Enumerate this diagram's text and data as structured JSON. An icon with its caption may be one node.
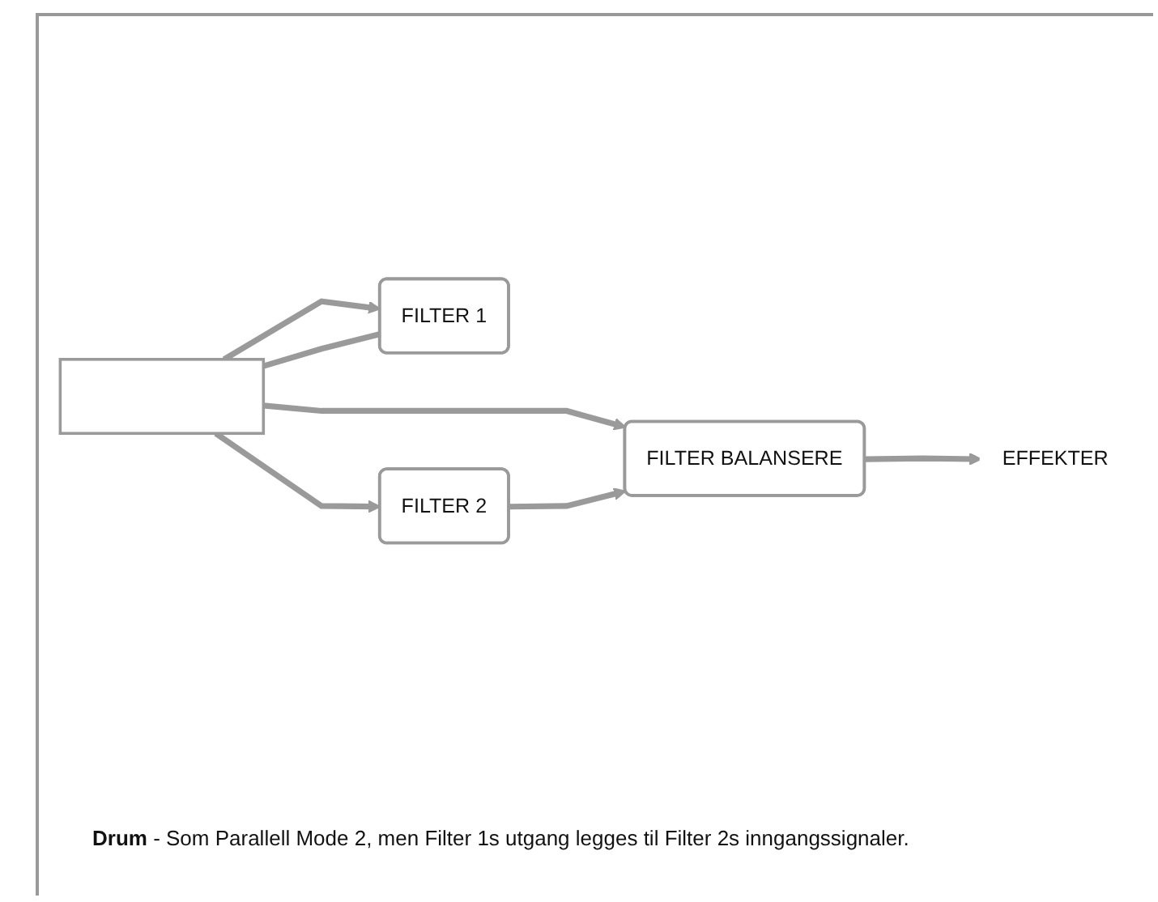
{
  "diagram": {
    "caption": "**Drum** - Som Parallell Mode 2, men Filter 1s utgang legges til Filter 2s inngangssignaler.",
    "nodes": [
      {
        "text": [],
        "shape": "box"
      },
      {
        "text": [
          "FILTER 1"
        ]
      },
      {
        "text": [
          "FILTER BALANSERE"
        ]
      },
      {
        "text": [
          "FILTER 2"
        ]
      },
      {
        "text": [
          "EFFEKTER"
        ]
      }
    ],
    "edges": [
      {
        "from": 0,
        "to": 1,
        "arrow": "to"
      },
      {
        "from": 0,
        "to": 1,
        "arrow": "none"
      },
      {
        "from": 0,
        "to": 2,
        "arrow": "to"
      },
      {
        "from": 0,
        "to": 3,
        "arrow": "to"
      },
      {
        "from": 3,
        "to": 2,
        "arrow": "to"
      },
      {
        "from": 2,
        "to": 4,
        "arrow": "to"
      }
    ]
  }
}
